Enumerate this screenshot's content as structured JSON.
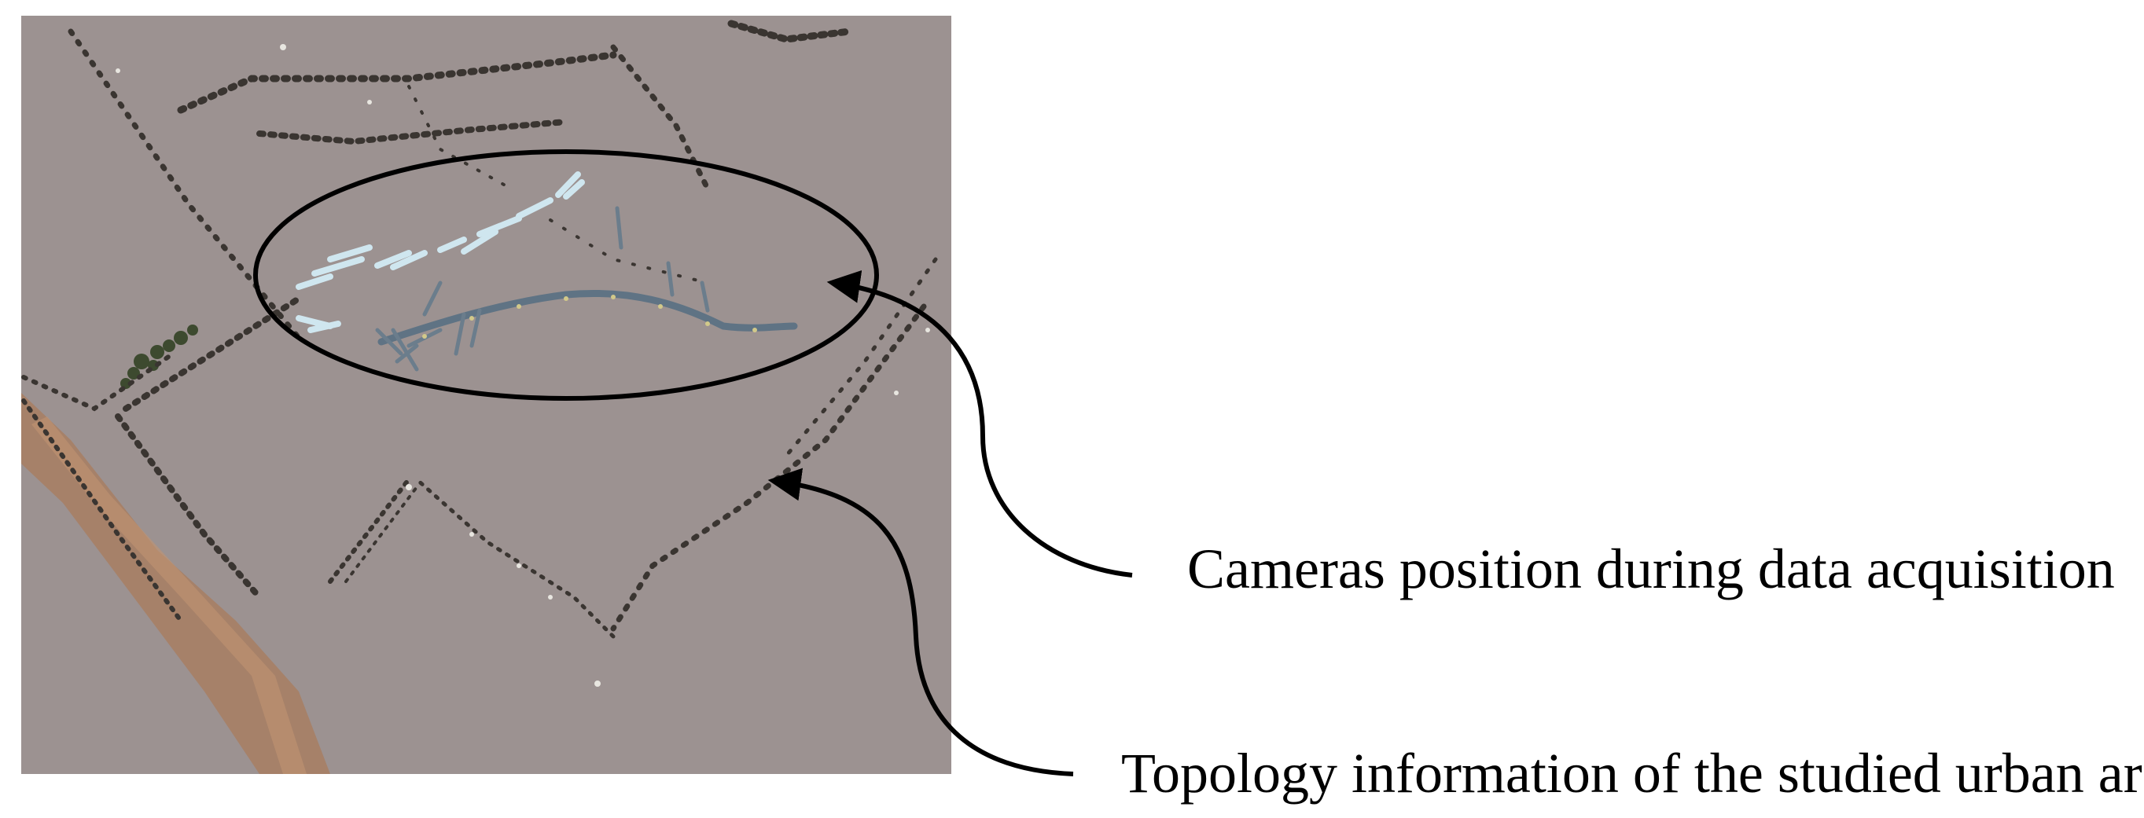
{
  "annotations": {
    "cameras": {
      "label": "Cameras position during data acquisition"
    },
    "topology": {
      "label": "Topology information of the studied urban area"
    }
  },
  "colors": {
    "background": "#ffffff",
    "point_cloud_bg": "#9c9291",
    "camera_marker": "#cfe6ef",
    "trajectory": "#5f7384",
    "point_dark": "#3a3531",
    "point_light": "#e8e6e0",
    "ground_strip": "#a97b5c",
    "vegetation": "#3d4a2f",
    "outline": "#000000"
  },
  "icons": {
    "ellipse": "highlight-ellipse",
    "arrow": "curved-arrow"
  }
}
